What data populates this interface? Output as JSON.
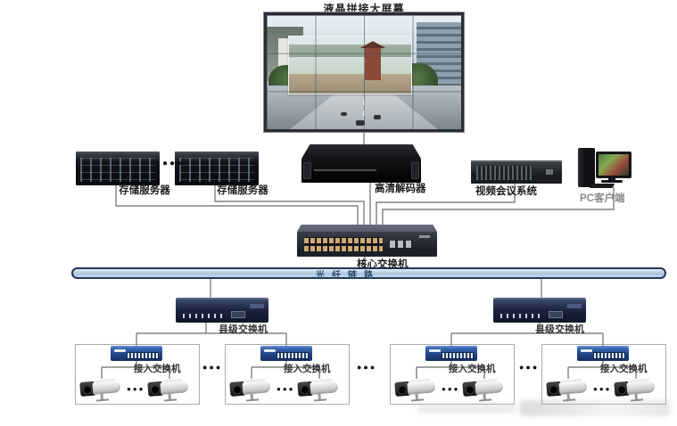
{
  "title": "液晶拼接大屏幕",
  "colors": {
    "fiber_fill": "#b9d3ea",
    "fiber_border": "#24365c",
    "access_blue": "#2a5199",
    "county_navy": "#1e2744",
    "core_dark": "#262833",
    "line_grey": "#666666",
    "label_dark": "#1b1b1b"
  },
  "middle_row": {
    "storage_servers": [
      {
        "label": "存储服务器"
      },
      {
        "label": "存储服务器"
      }
    ],
    "decoder": {
      "label": "高清解码器"
    },
    "video_conference": {
      "label": "视频会议系统"
    },
    "pc_client": {
      "label": "PC客户端"
    }
  },
  "core_switch": {
    "label": "核心交换机"
  },
  "fiber_link": {
    "label": "光纤链路"
  },
  "county_switches": [
    {
      "label": "县级交换机"
    },
    {
      "label": "县级交换机"
    }
  ],
  "access_groups": [
    {
      "label": "接入交换机"
    },
    {
      "label": "接入交换机"
    },
    {
      "label": "接入交换机"
    },
    {
      "label": "接入交换机"
    }
  ],
  "ellipsis": "●●●"
}
